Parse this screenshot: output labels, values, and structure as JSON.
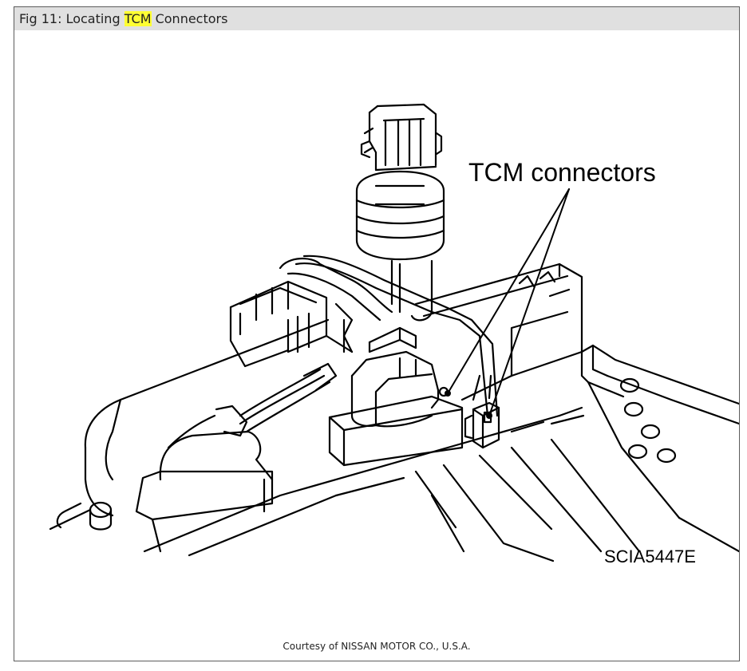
{
  "figure": {
    "title_prefix": "Fig 11: Locating ",
    "title_highlight": "TCM",
    "title_suffix": " Connectors",
    "highlight_color": "#ffff33",
    "callout_label": "TCM connectors",
    "drawing_code": "SCIA5447E",
    "courtesy": "Courtesy of NISSAN MOTOR CO., U.S.A."
  }
}
